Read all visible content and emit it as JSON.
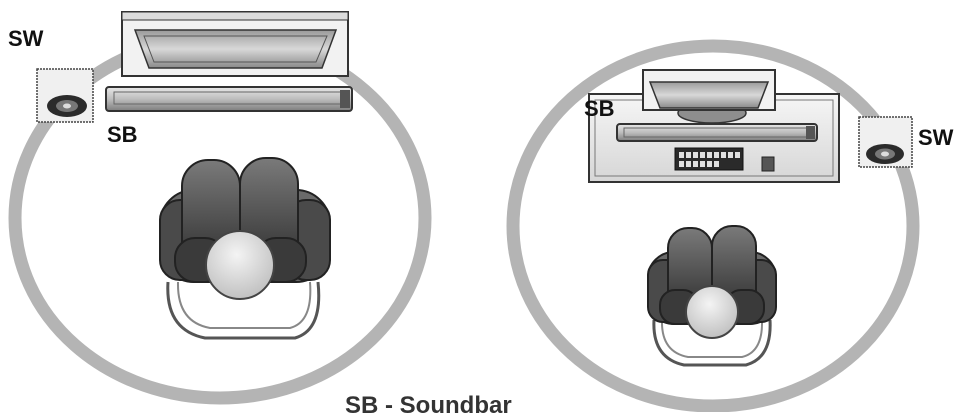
{
  "labels": {
    "subwoofer_left": "SW",
    "soundbar_left": "SB",
    "soundbar_right": "SB",
    "subwoofer_right": "SW",
    "caption": "SB - Soundbar"
  },
  "colors": {
    "circle_ring": "#b4b4b4",
    "device_outline": "#333333",
    "chair_dark": "#3a3a3a",
    "chair_mid": "#6a6a6a",
    "head": "#e6e6e6"
  },
  "icons": [
    "tv-icon",
    "soundbar-icon",
    "subwoofer-icon",
    "armchair-icon",
    "cabinet-icon"
  ]
}
